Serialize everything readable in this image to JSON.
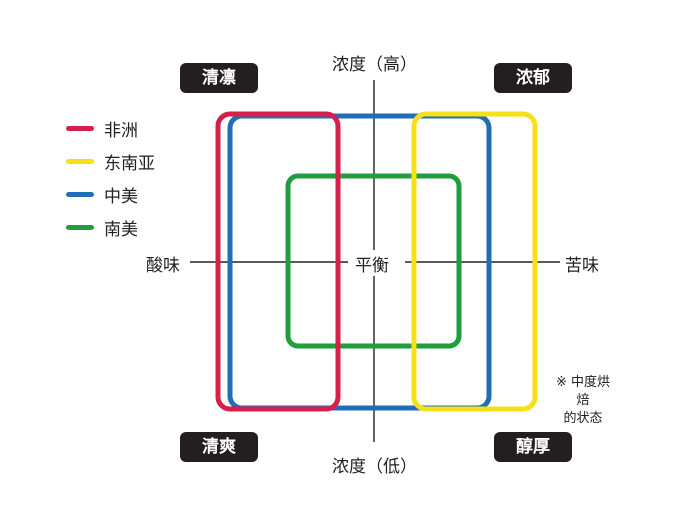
{
  "corners": {
    "top_left": "清凛",
    "top_right": "浓郁",
    "bottom_left": "清爽",
    "bottom_right": "醇厚"
  },
  "axes": {
    "top": "浓度（高）",
    "bottom": "浓度（低）",
    "left": "酸味",
    "right": "苦味",
    "center": "平衡"
  },
  "legend": [
    {
      "label": "非洲",
      "color": "#d6204a"
    },
    {
      "label": "东南亚",
      "color": "#f7e01a"
    },
    {
      "label": "中美",
      "color": "#1f6fb8"
    },
    {
      "label": "南美",
      "color": "#1e9e3c"
    }
  ],
  "note": {
    "line1": "※ 中度烘焙",
    "line2": "的状态"
  }
}
